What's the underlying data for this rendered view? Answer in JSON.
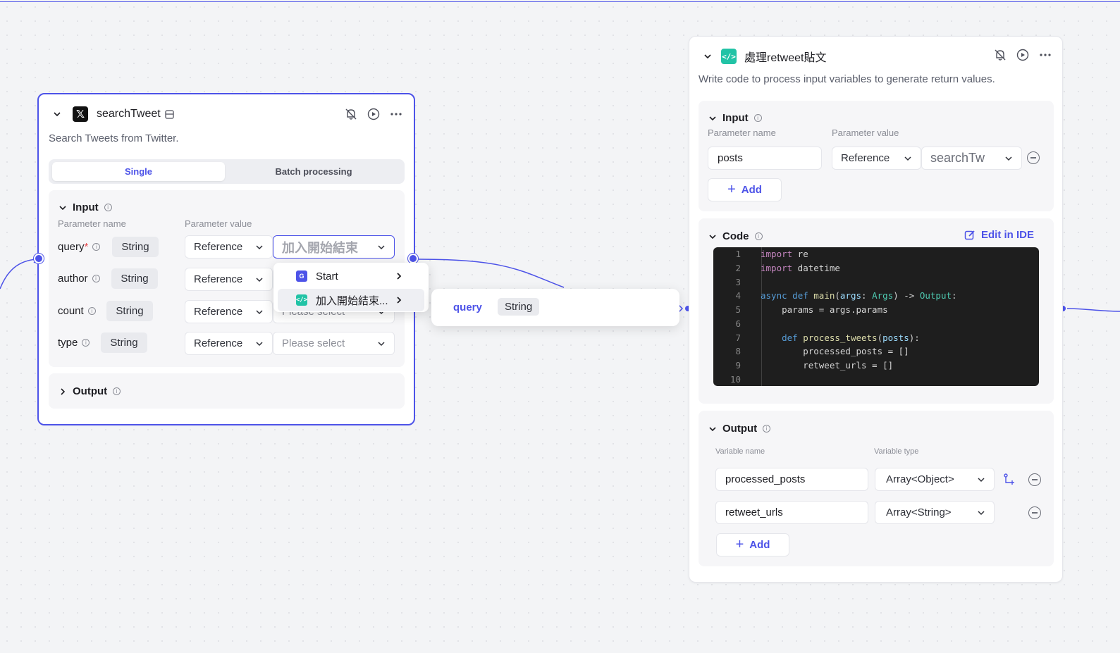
{
  "search_node": {
    "title": "searchTweet",
    "description": "Search Tweets from Twitter.",
    "tabs": {
      "single": "Single",
      "batch": "Batch processing"
    },
    "input": {
      "title": "Input",
      "col_name": "Parameter name",
      "col_value": "Parameter value",
      "params": [
        {
          "name": "query",
          "required": true,
          "type": "String",
          "source": "Reference",
          "value": "加入開始結束"
        },
        {
          "name": "author",
          "required": false,
          "type": "String",
          "source": "Reference",
          "value": ""
        },
        {
          "name": "count",
          "required": false,
          "type": "String",
          "source": "Reference",
          "value": "Please select"
        },
        {
          "name": "type",
          "required": false,
          "type": "String",
          "source": "Reference",
          "value": "Please select"
        }
      ]
    },
    "output": {
      "title": "Output"
    }
  },
  "dropdown": {
    "items": [
      {
        "label": "Start",
        "icon": "start-icon"
      },
      {
        "label": "加入開始結束...",
        "icon": "code-icon"
      }
    ]
  },
  "edge_tooltip": {
    "key": "query",
    "type": "String"
  },
  "code_node": {
    "title": "處理retweet貼文",
    "description": "Write code to process input variables to generate return values.",
    "input": {
      "title": "Input",
      "col_name": "Parameter name",
      "col_value": "Parameter value",
      "params": [
        {
          "name": "posts",
          "source": "Reference",
          "value": "searchTw"
        }
      ],
      "add_label": "Add"
    },
    "code": {
      "title": "Code",
      "edit_label": "Edit in IDE",
      "line_numbers": [
        "1",
        "2",
        "3",
        "4",
        "5",
        "6",
        "7",
        "8",
        "9",
        "10"
      ]
    },
    "output": {
      "title": "Output",
      "col_name": "Variable name",
      "col_type": "Variable type",
      "vars": [
        {
          "name": "processed_posts",
          "type": "Array<Object>"
        },
        {
          "name": "retweet_urls",
          "type": "Array<String>"
        }
      ],
      "add_label": "Add"
    }
  },
  "colors": {
    "accent": "#4d53e8",
    "code_bg": "#1e1e1e",
    "code_icon": "#22c3a6"
  }
}
